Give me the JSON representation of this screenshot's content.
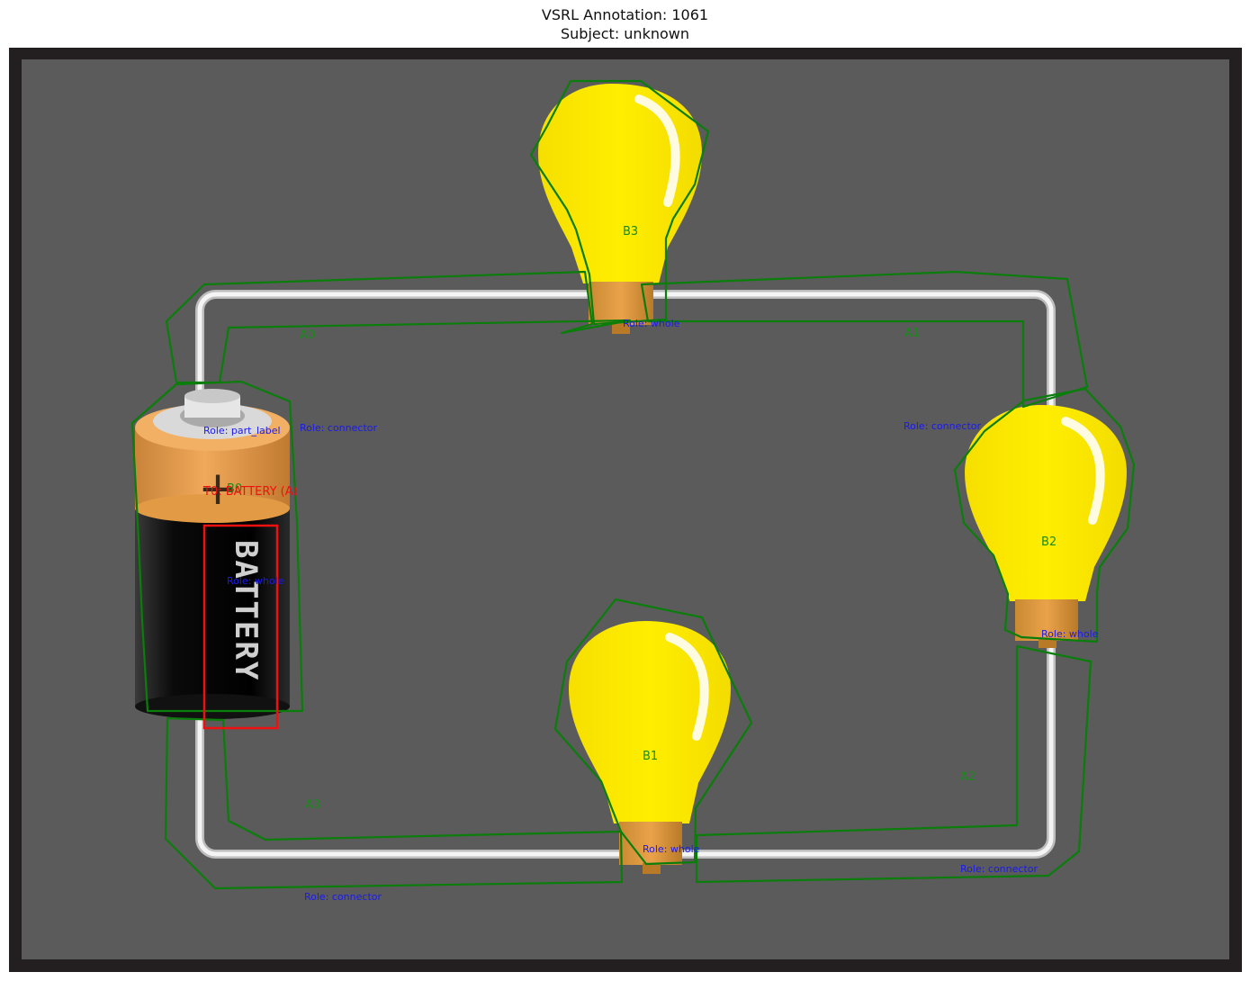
{
  "header": {
    "title": "VSRL Annotation: 1061",
    "subject": "Subject: unknown"
  },
  "colors": {
    "frame": "#231f20",
    "panel": "#5b5b5c",
    "wire": "#e9e9e9",
    "bulb": "#ffee00",
    "bulb_base": "#e59b3b",
    "polygon": "#0a7d0a",
    "role_text": "#1a1aee",
    "highlight": "#ee1111"
  },
  "icons": [
    "battery-icon",
    "light-bulb-icon"
  ],
  "battery": {
    "plus_sign": "+",
    "body_text": "BATTERY"
  },
  "labels": {
    "a0": "A0",
    "a1": "A1",
    "a2": "A2",
    "a3": "A3",
    "b0": "B0",
    "b1": "B1",
    "b2": "B2",
    "b3": "B3",
    "highlight": "T0: BATTERY (A)"
  },
  "roles": {
    "part_label": "Role: part_label",
    "connector_a0": "Role: connector",
    "connector_a1": "Role: connector",
    "connector_a2": "Role: connector",
    "connector_a3": "Role: connector",
    "whole_b0": "Role: whole",
    "whole_b1": "Role: whole",
    "whole_b2": "Role: whole",
    "whole_b3": "Role: whole"
  }
}
